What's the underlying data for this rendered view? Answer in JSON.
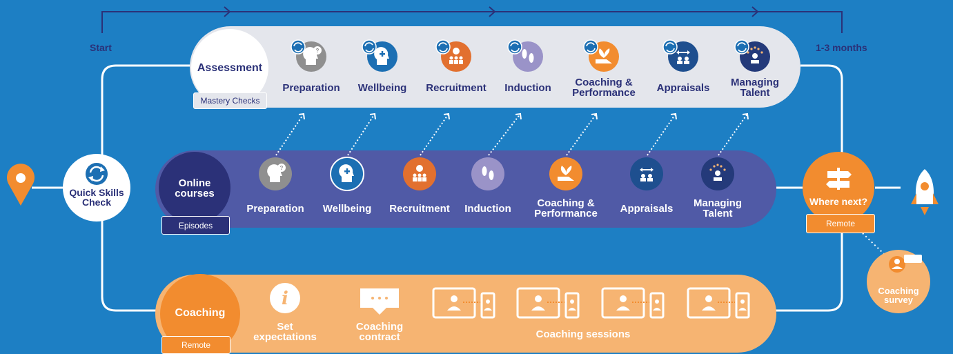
{
  "timeline": {
    "start": "Start",
    "end": "1-3 months"
  },
  "quick_skills": {
    "label": "Quick Skills Check"
  },
  "assessment": {
    "title": "Assessment",
    "tag": "Mastery Checks",
    "modules": [
      "Preparation",
      "Wellbeing",
      "Recruitment",
      "Induction",
      "Coaching & Performance",
      "Appraisals",
      "Managing Talent"
    ]
  },
  "online": {
    "title": "Online courses",
    "tag": "Episodes",
    "modules": [
      "Preparation",
      "Wellbeing",
      "Recruitment",
      "Induction",
      "Coaching & Performance",
      "Appraisals",
      "Managing Talent"
    ]
  },
  "coaching": {
    "title": "Coaching",
    "tag": "Remote",
    "steps": [
      "Set expectations",
      "Coaching contract"
    ],
    "sessions_label": "Coaching sessions"
  },
  "where_next": {
    "label": "Where next?",
    "tag": "Remote"
  },
  "survey": {
    "label": "Coaching survey"
  },
  "colors": {
    "background": "#1d7fc4",
    "assessment_bar": "#e4e6ec",
    "online_bar": "#505aa6",
    "coaching_bar": "#f6b472",
    "orange": "#f28c2f",
    "navy": "#2b3178",
    "track": "#ffffff",
    "timeline": "#2b3178",
    "module_colors": [
      "#8f8f8f",
      "#1c6fb3",
      "#e2702f",
      "#9a93c8",
      "#f28c2f",
      "#1e4f8f",
      "#243a7a"
    ]
  },
  "icons": {
    "modules": [
      "head-question-icon",
      "head-plus-icon",
      "recruit-icon",
      "footprints-icon",
      "hand-plant-icon",
      "appraisal-icon",
      "talent-stars-icon"
    ],
    "refresh": "refresh-icon",
    "start_pin": "location-pin-icon",
    "end": "rocket-icon",
    "where_next": "signpost-icon",
    "survey": "person-speech-icon",
    "set_expectations": "info-icon",
    "contract": "speech-bubble-icon",
    "session": "video-call-icon"
  }
}
